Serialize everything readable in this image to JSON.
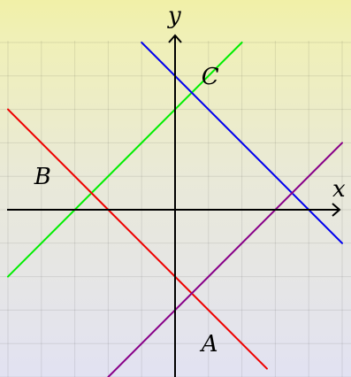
{
  "axes": {
    "x_label": "x",
    "y_label": "y",
    "x_range": [
      -5,
      5
    ],
    "y_range": [
      -5,
      6
    ]
  },
  "lines": [
    {
      "label": "",
      "color": "#00ee00",
      "slope": 1,
      "intercept": 3,
      "x_range": [
        -5,
        2
      ]
    },
    {
      "label": "",
      "color": "#ee0000",
      "slope": -1,
      "intercept": -2,
      "x_range": [
        -5,
        2.75
      ]
    },
    {
      "label": "",
      "color": "#0000ee",
      "slope": -1,
      "intercept": 4,
      "x_range": [
        -1,
        5
      ]
    },
    {
      "label": "",
      "color": "#880088",
      "slope": 1,
      "intercept": -3,
      "x_range": [
        -2,
        5
      ]
    }
  ],
  "labels": [
    {
      "text": "A",
      "x": 1,
      "y": -4
    },
    {
      "text": "B",
      "x": -4,
      "y": 1
    },
    {
      "text": "C",
      "x": 1,
      "y": 4
    }
  ]
}
